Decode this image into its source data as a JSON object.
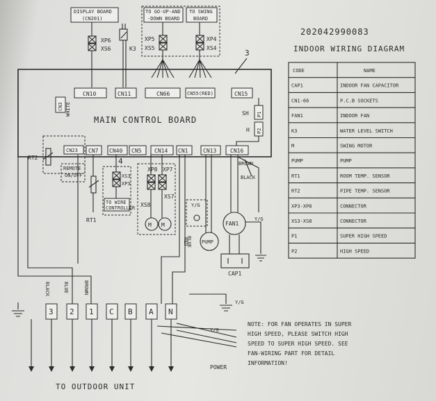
{
  "part_number": "202042990083",
  "diagram_title": "INDOOR WIRING DIAGRAM",
  "board_label": "MAIN CONTROL BOARD",
  "top_boxes": {
    "display": "DISPLAY BOARD",
    "display_sub": "(CN201)",
    "updown": "TO GO-UP-AND",
    "updown_sub": "-DOWN BOARD",
    "swing": "TO SWING",
    "swing_sub": "BOARD"
  },
  "connectors": {
    "xp6": "XP6",
    "xs6": "XS6",
    "k3": "K3",
    "xp5": "XP5",
    "xs5": "XS5",
    "xp4": "XP4",
    "xs4": "XS4",
    "xp8": "XP8",
    "xp7": "XP7",
    "xs8": "XS8",
    "xs7": "XS7",
    "xs3": "XS3",
    "xp3": "XP3"
  },
  "board_ports": {
    "cn10": "CN10",
    "cn11": "CN11",
    "cn66": "CN66",
    "cn55": "CN55(RED)",
    "cn15": "CN15",
    "cn3": "CN3",
    "cn23": "CN23",
    "cn7": "CN7",
    "cn40": "CN40",
    "cn5": "CN5",
    "cn14": "CN14",
    "cn1": "CN1",
    "cn13": "CN13",
    "cn16": "CN16",
    "sh": "SH",
    "h": "H",
    "p1": "P1",
    "p2": "P2"
  },
  "misc": {
    "num3": "3",
    "num4": "4",
    "rt2": "RT2",
    "rt1": "RT1",
    "remote": "REMOTE",
    "onoff": "ON/OFF",
    "wire_ctrl": "TO WIRE",
    "wire_ctrl2": "CONTROLLER",
    "fan1": "FAN1",
    "pump": "PUMP",
    "cap1": "CAP1",
    "motor": "M",
    "yg": "Y/G",
    "brown": "BROWN",
    "black": "BLACK",
    "blue": "BLUE",
    "red": "RED",
    "white": "WHITE",
    "power": "POWER",
    "outdoor": "TO OUTDOOR UNIT"
  },
  "terminals": [
    "3",
    "2",
    "1",
    "C",
    "B",
    "A",
    "N"
  ],
  "terminal_wires": [
    "BLACK",
    "BLUE",
    "BROWN"
  ],
  "note": [
    "NOTE: FOR FAN OPERATES IN SUPER",
    "HIGH SPEED, PLEASE SWITCH HIGH",
    "SPEED TO SUPER HIGH SPEED. SEE",
    "FAN-WIRING PART FOR DETAIL",
    "INFORMATION!"
  ],
  "legend": {
    "header": [
      "CODE",
      "NAME"
    ],
    "rows": [
      [
        "CAP1",
        "INDOOR FAN CAPACITOR"
      ],
      [
        "CN1-66",
        "P.C.B SOCKETS"
      ],
      [
        "FAN1",
        "INDOOR FAN"
      ],
      [
        "K3",
        "WATER LEVEL SWITCH"
      ],
      [
        "M",
        "SWING MOTOR"
      ],
      [
        "PUMP",
        "PUMP"
      ],
      [
        "RT1",
        "ROOM TEMP. SENSOR"
      ],
      [
        "RT2",
        "PIPE TEMP. SENSOR"
      ],
      [
        "XP3-XP8",
        "CONNECTOR"
      ],
      [
        "XS3-XS8",
        "CONNECTOR"
      ],
      [
        "P1",
        "SUPER HIGH SPEED"
      ],
      [
        "P2",
        "HIGH SPEED"
      ]
    ]
  }
}
